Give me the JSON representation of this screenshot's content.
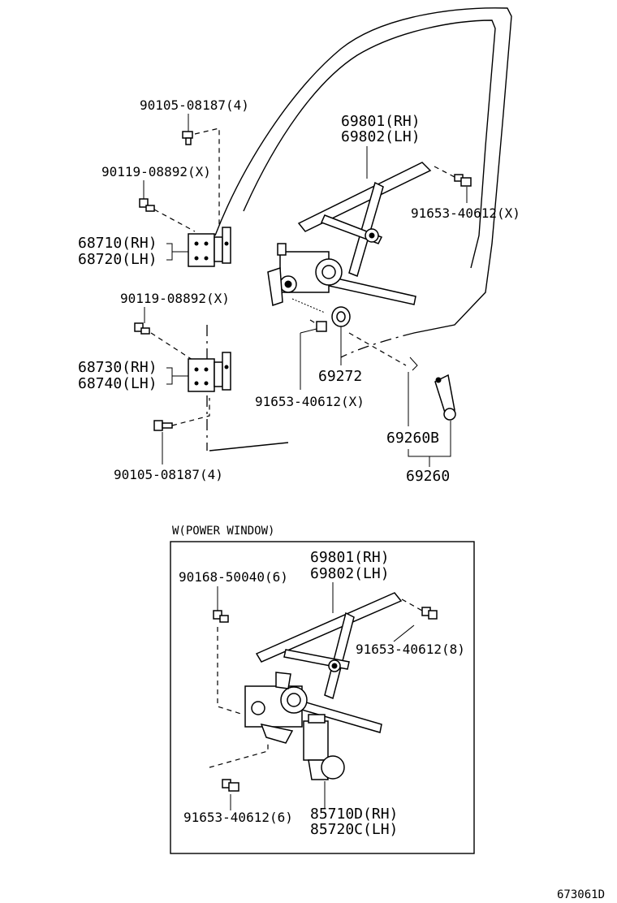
{
  "labels": {
    "bolt_top_hinge": "90105-08187(4)",
    "window_regulator_top": "69801(RH)",
    "window_regulator_top_lh": "69802(LH)",
    "bolt_upper_hinge": "90119-08892(X)",
    "bolt_regulator_right": "91653-40612(X)",
    "upper_hinge_rh": "68710(RH)",
    "upper_hinge_lh": "68720(LH)",
    "bolt_lower_hinge": "90119-08892(X)",
    "lower_hinge_rh": "68730(RH)",
    "lower_hinge_lh": "68740(LH)",
    "washer": "69272",
    "bolt_regulator_bottom": "91653-40612(X)",
    "handle_sub": "69260B",
    "handle": "69260",
    "bolt_bottom_hinge": "90105-08187(4)",
    "power_window_title": "W(POWER WINDOW)",
    "pw_regulator_rh": "69801(RH)",
    "pw_regulator_lh": "69802(LH)",
    "pw_bolt_left": "90168-50040(6)",
    "pw_bolt_right": "91653-40612(8)",
    "pw_bolt_bottom": "91653-40612(6)",
    "pw_motor_rh": "85710D(RH)",
    "pw_motor_lh": "85720C(LH)",
    "figure_code": "673061D"
  }
}
